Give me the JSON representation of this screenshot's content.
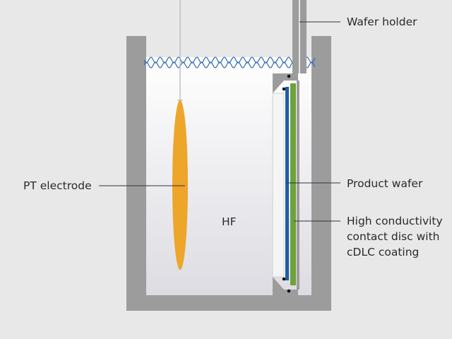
{
  "labels": {
    "wafer_holder": "Wafer holder",
    "pt_electrode": "PT electrode",
    "hf": "HF",
    "product_wafer": "Product wafer",
    "contact_disc_line1": "High conductivity",
    "contact_disc_line2": "contact disc with",
    "contact_disc_line3": "cDLC coating"
  },
  "colors": {
    "background": "#e8e8e8",
    "tank_wall": "#9c9c9c",
    "electrolyte": "#f2f2f4",
    "electrode": "#eda52a",
    "product_wafer": "#1c5ea8",
    "contact_disc": "#6ea23a",
    "surface_wave": "#2f68b0",
    "leader_line": "#333333"
  }
}
